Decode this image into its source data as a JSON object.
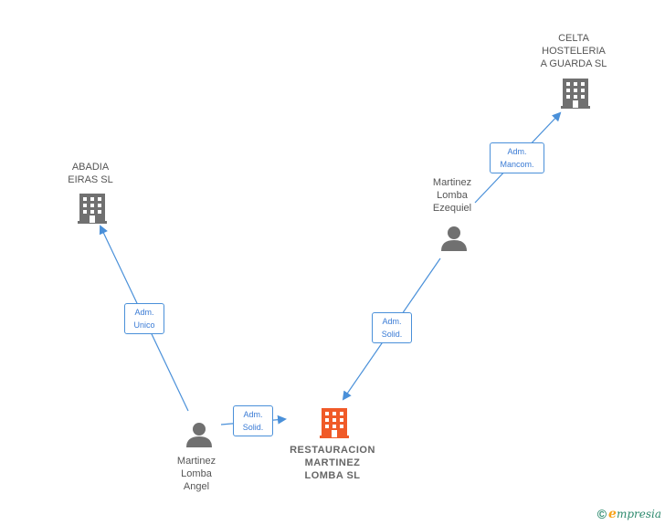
{
  "nodes": {
    "celta": {
      "label": "CELTA\nHOSTELERIA\nA GUARDA  SL",
      "type": "company"
    },
    "abadia": {
      "label": "ABADIA\nEIRAS  SL",
      "type": "company"
    },
    "ezequiel": {
      "label": "Martinez\nLomba\nEzequiel",
      "type": "person"
    },
    "angel": {
      "label": "Martinez\nLomba\nAngel",
      "type": "person"
    },
    "restauracion": {
      "label": "RESTAURACION\nMARTINEZ\nLOMBA  SL",
      "type": "company-main"
    }
  },
  "edges": {
    "angel_abadia": "Adm.\nUnico",
    "angel_restauracion": "Adm.\nSolid.",
    "ezequiel_restauracion": "Adm.\nSolid.",
    "ezequiel_celta": "Adm.\nMancom."
  },
  "colors": {
    "edge": "#4a90d9",
    "company_icon": "#707070",
    "main_company_icon": "#f05a28",
    "person_icon": "#707070"
  },
  "footer": {
    "copyright": "©",
    "brand_initial": "e",
    "brand_rest": "mpresia"
  }
}
